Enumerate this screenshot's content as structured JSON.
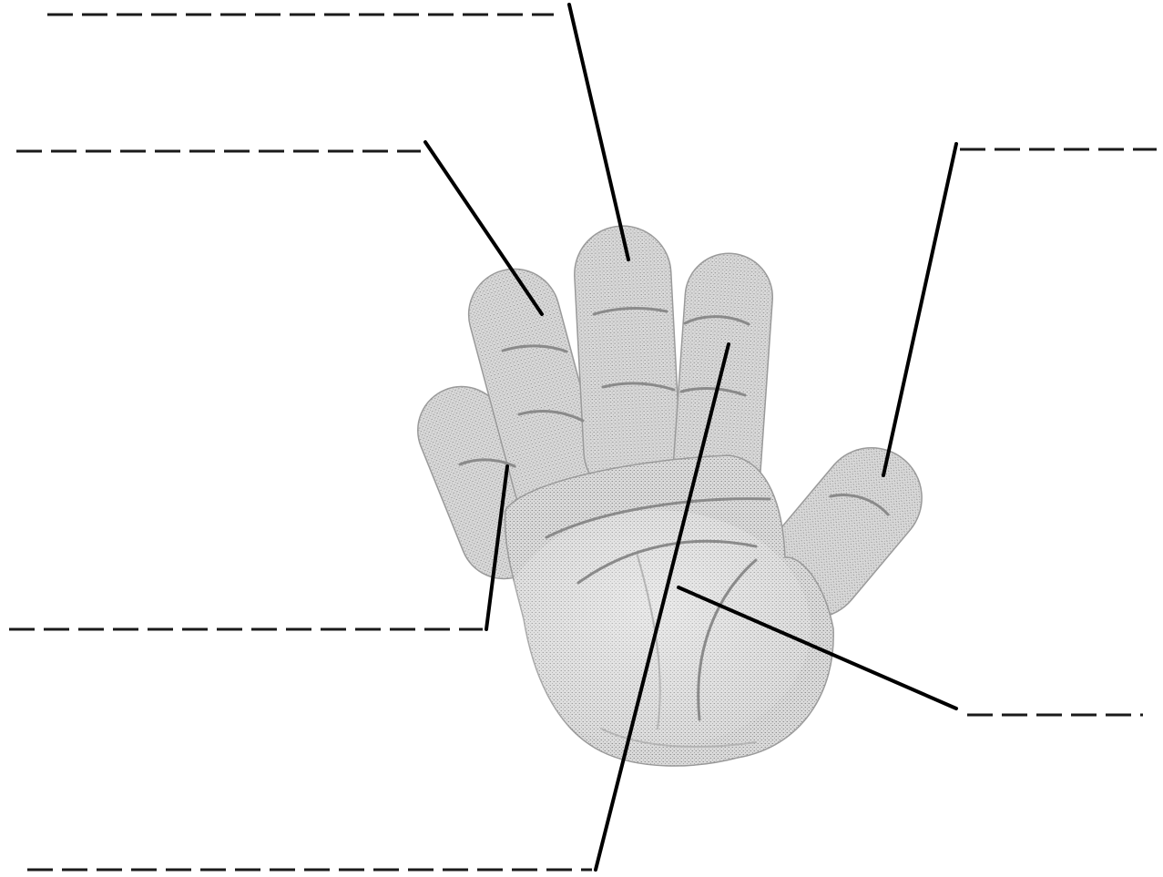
{
  "title": "",
  "figure": {
    "subject": "hand-palm",
    "colors": {
      "line": "#000000",
      "shading": "#c8c8c8",
      "background": "#ffffff"
    }
  },
  "labels": [
    {
      "id": "middle-finger",
      "text": ""
    },
    {
      "id": "index-finger",
      "text": ""
    },
    {
      "id": "thumb",
      "text": ""
    },
    {
      "id": "little-finger",
      "text": ""
    },
    {
      "id": "palm",
      "text": ""
    },
    {
      "id": "ring-finger",
      "text": ""
    }
  ]
}
